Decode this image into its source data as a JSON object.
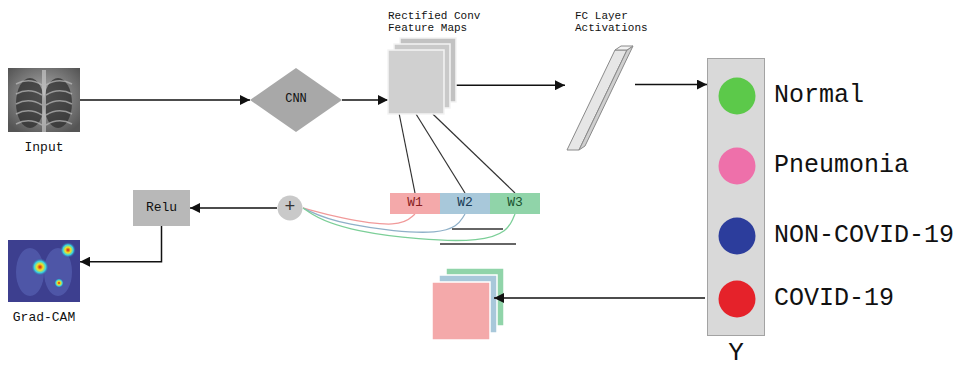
{
  "diagram": {
    "nodes": [
      {
        "text": [
          "Input"
        ]
      },
      {
        "text": [
          "CNN"
        ]
      },
      {
        "text": [
          "Rectified Conv Feature Maps"
        ]
      },
      {
        "text": [
          "FC Layer Activations"
        ]
      },
      {
        "text": [
          "Y"
        ]
      },
      {
        "text": [
          "Normal"
        ],
        "in": 4
      },
      {
        "text": [
          "Pneumonia"
        ],
        "in": 4
      },
      {
        "text": [
          "NON-COVID-19"
        ],
        "in": 4
      },
      {
        "text": [
          "COVID-19"
        ],
        "in": 4
      },
      {
        "text": [
          "W1"
        ]
      },
      {
        "text": [
          "W2"
        ]
      },
      {
        "text": [
          "W3"
        ]
      },
      {
        "text": [
          "+"
        ]
      },
      {
        "text": [
          "Relu"
        ]
      },
      {
        "text": [
          "Grad-CAM"
        ]
      }
    ],
    "edges": [
      {
        "from": 0,
        "to": 1,
        "arrow": "to"
      },
      {
        "from": 1,
        "to": 2,
        "arrow": "to"
      },
      {
        "from": 2,
        "to": 3,
        "arrow": "to"
      },
      {
        "from": 3,
        "to": 4,
        "arrow": "to"
      },
      {
        "from": 2,
        "to": 9,
        "arrow": "none"
      },
      {
        "from": 2,
        "to": 10,
        "arrow": "none"
      },
      {
        "from": 2,
        "to": 11,
        "arrow": "none"
      },
      {
        "from": 9,
        "to": 12,
        "arrow": "none"
      },
      {
        "from": 10,
        "to": 12,
        "arrow": "none"
      },
      {
        "from": 11,
        "to": 12,
        "arrow": "none"
      },
      {
        "from": 12,
        "to": 13,
        "arrow": "to"
      },
      {
        "from": 13,
        "to": 14,
        "arrow": "to"
      }
    ]
  }
}
